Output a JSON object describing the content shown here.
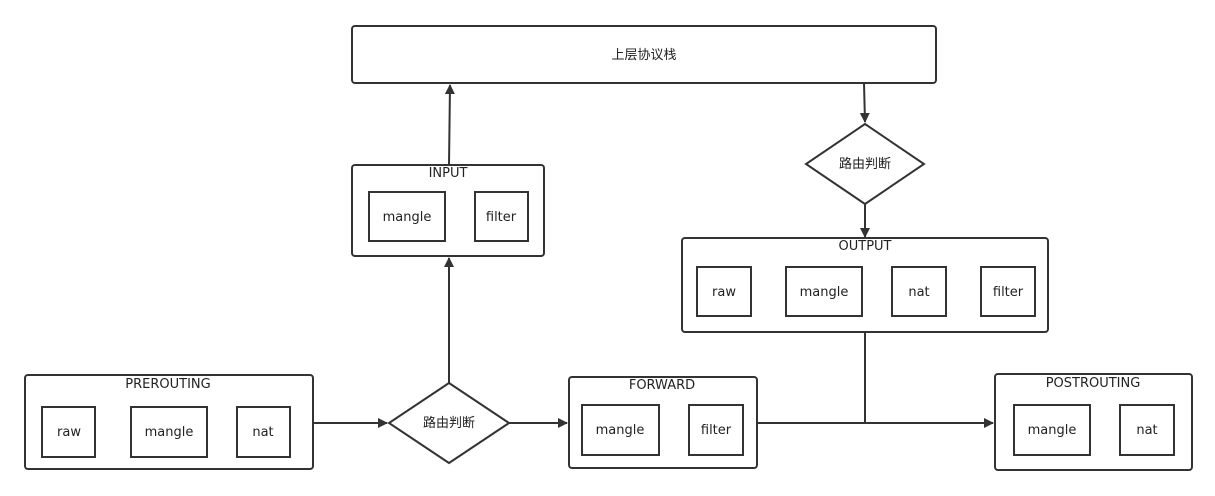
{
  "stack": {
    "label": "上层协议栈"
  },
  "decision_label": "路由判断",
  "chains": {
    "prerouting": {
      "title": "PREROUTING",
      "tables": [
        "raw",
        "mangle",
        "nat"
      ]
    },
    "input": {
      "title": "INPUT",
      "tables": [
        "mangle",
        "filter"
      ]
    },
    "forward": {
      "title": "FORWARD",
      "tables": [
        "mangle",
        "filter"
      ]
    },
    "output": {
      "title": "OUTPUT",
      "tables": [
        "raw",
        "mangle",
        "nat",
        "filter"
      ]
    },
    "postrouting": {
      "title": "POSTROUTING",
      "tables": [
        "mangle",
        "nat"
      ]
    }
  },
  "colors": {
    "stroke": "#333333",
    "fill": "#ffffff",
    "text": "#222222"
  }
}
